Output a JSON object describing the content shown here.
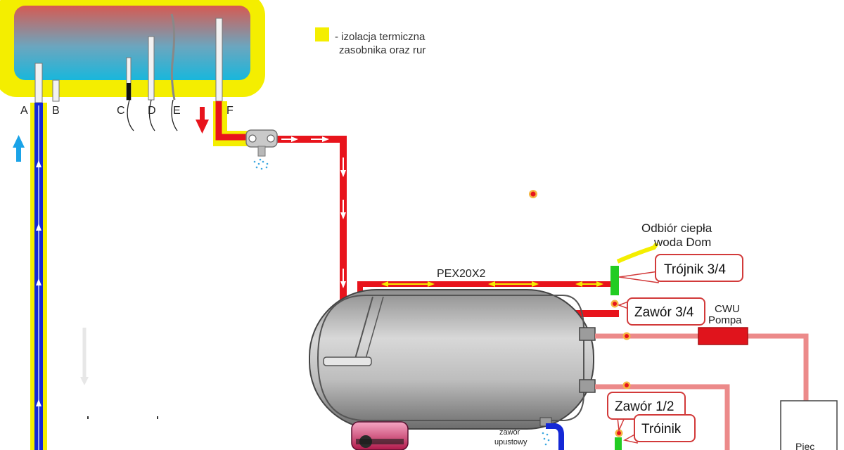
{
  "legend": {
    "text_line1": "- izolacja termiczna",
    "text_line2": "zasobnika oraz rur",
    "swatch_color": "#f4ee00"
  },
  "tank_ports": [
    "A",
    "B",
    "C",
    "D",
    "E",
    "F"
  ],
  "labels": {
    "pex": "PEX20X2",
    "heat_out_line1": "Odbiór ciepła",
    "heat_out_line2": "woda Dom",
    "cwu_line1": "CWU",
    "cwu_line2": "Pompa",
    "drain_valve_line1": "zawór",
    "drain_valve_line2": "upustowy",
    "stove": "Piec"
  },
  "callouts": {
    "tee_34": "Trójnik 3/4",
    "valve_34": "Zawór 3/4",
    "valve_12": "Zawór 1/2",
    "tee_bottom": "Tróinik"
  },
  "colors": {
    "insulation": "#f4ee00",
    "hot_pipe": "#e8141c",
    "cold_pipe": "#1428d6",
    "return_pipe": "#ec8a8a",
    "tee_green": "#22cc22",
    "pump": "#e0141c",
    "callout_border": "#d23a3a"
  }
}
